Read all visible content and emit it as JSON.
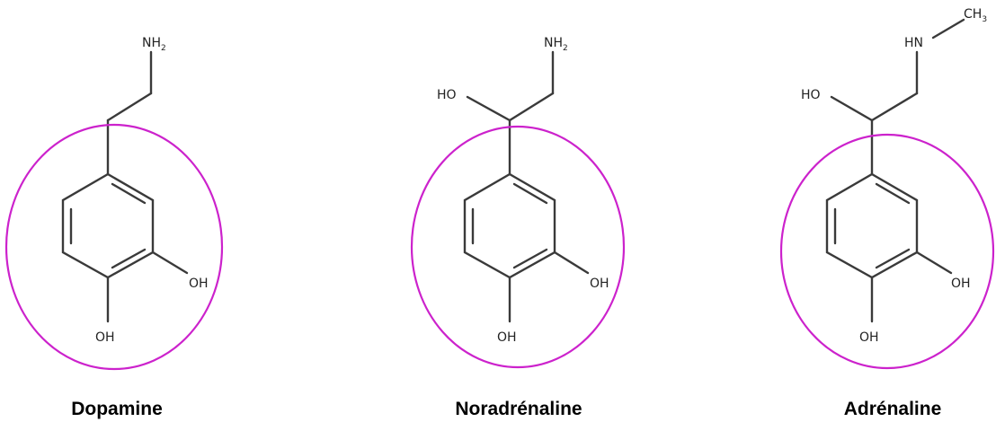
{
  "colors": {
    "highlight": "#cc22cc",
    "bond": "#3a3a3a",
    "label": "#000000"
  },
  "molecules": [
    {
      "name": "Dopamine",
      "atoms": {
        "amine": "NH",
        "amine_sub": "2",
        "oh_meta": "OH",
        "oh_para": "OH"
      }
    },
    {
      "name": "Noradrénaline",
      "atoms": {
        "amine": "NH",
        "amine_sub": "2",
        "oh_side": "HO",
        "oh_meta": "OH",
        "oh_para": "OH"
      }
    },
    {
      "name": "Adrénaline",
      "atoms": {
        "amine": "HN",
        "methyl": "CH",
        "methyl_sub": "3",
        "oh_side": "HO",
        "oh_meta": "OH",
        "oh_para": "OH"
      }
    }
  ]
}
